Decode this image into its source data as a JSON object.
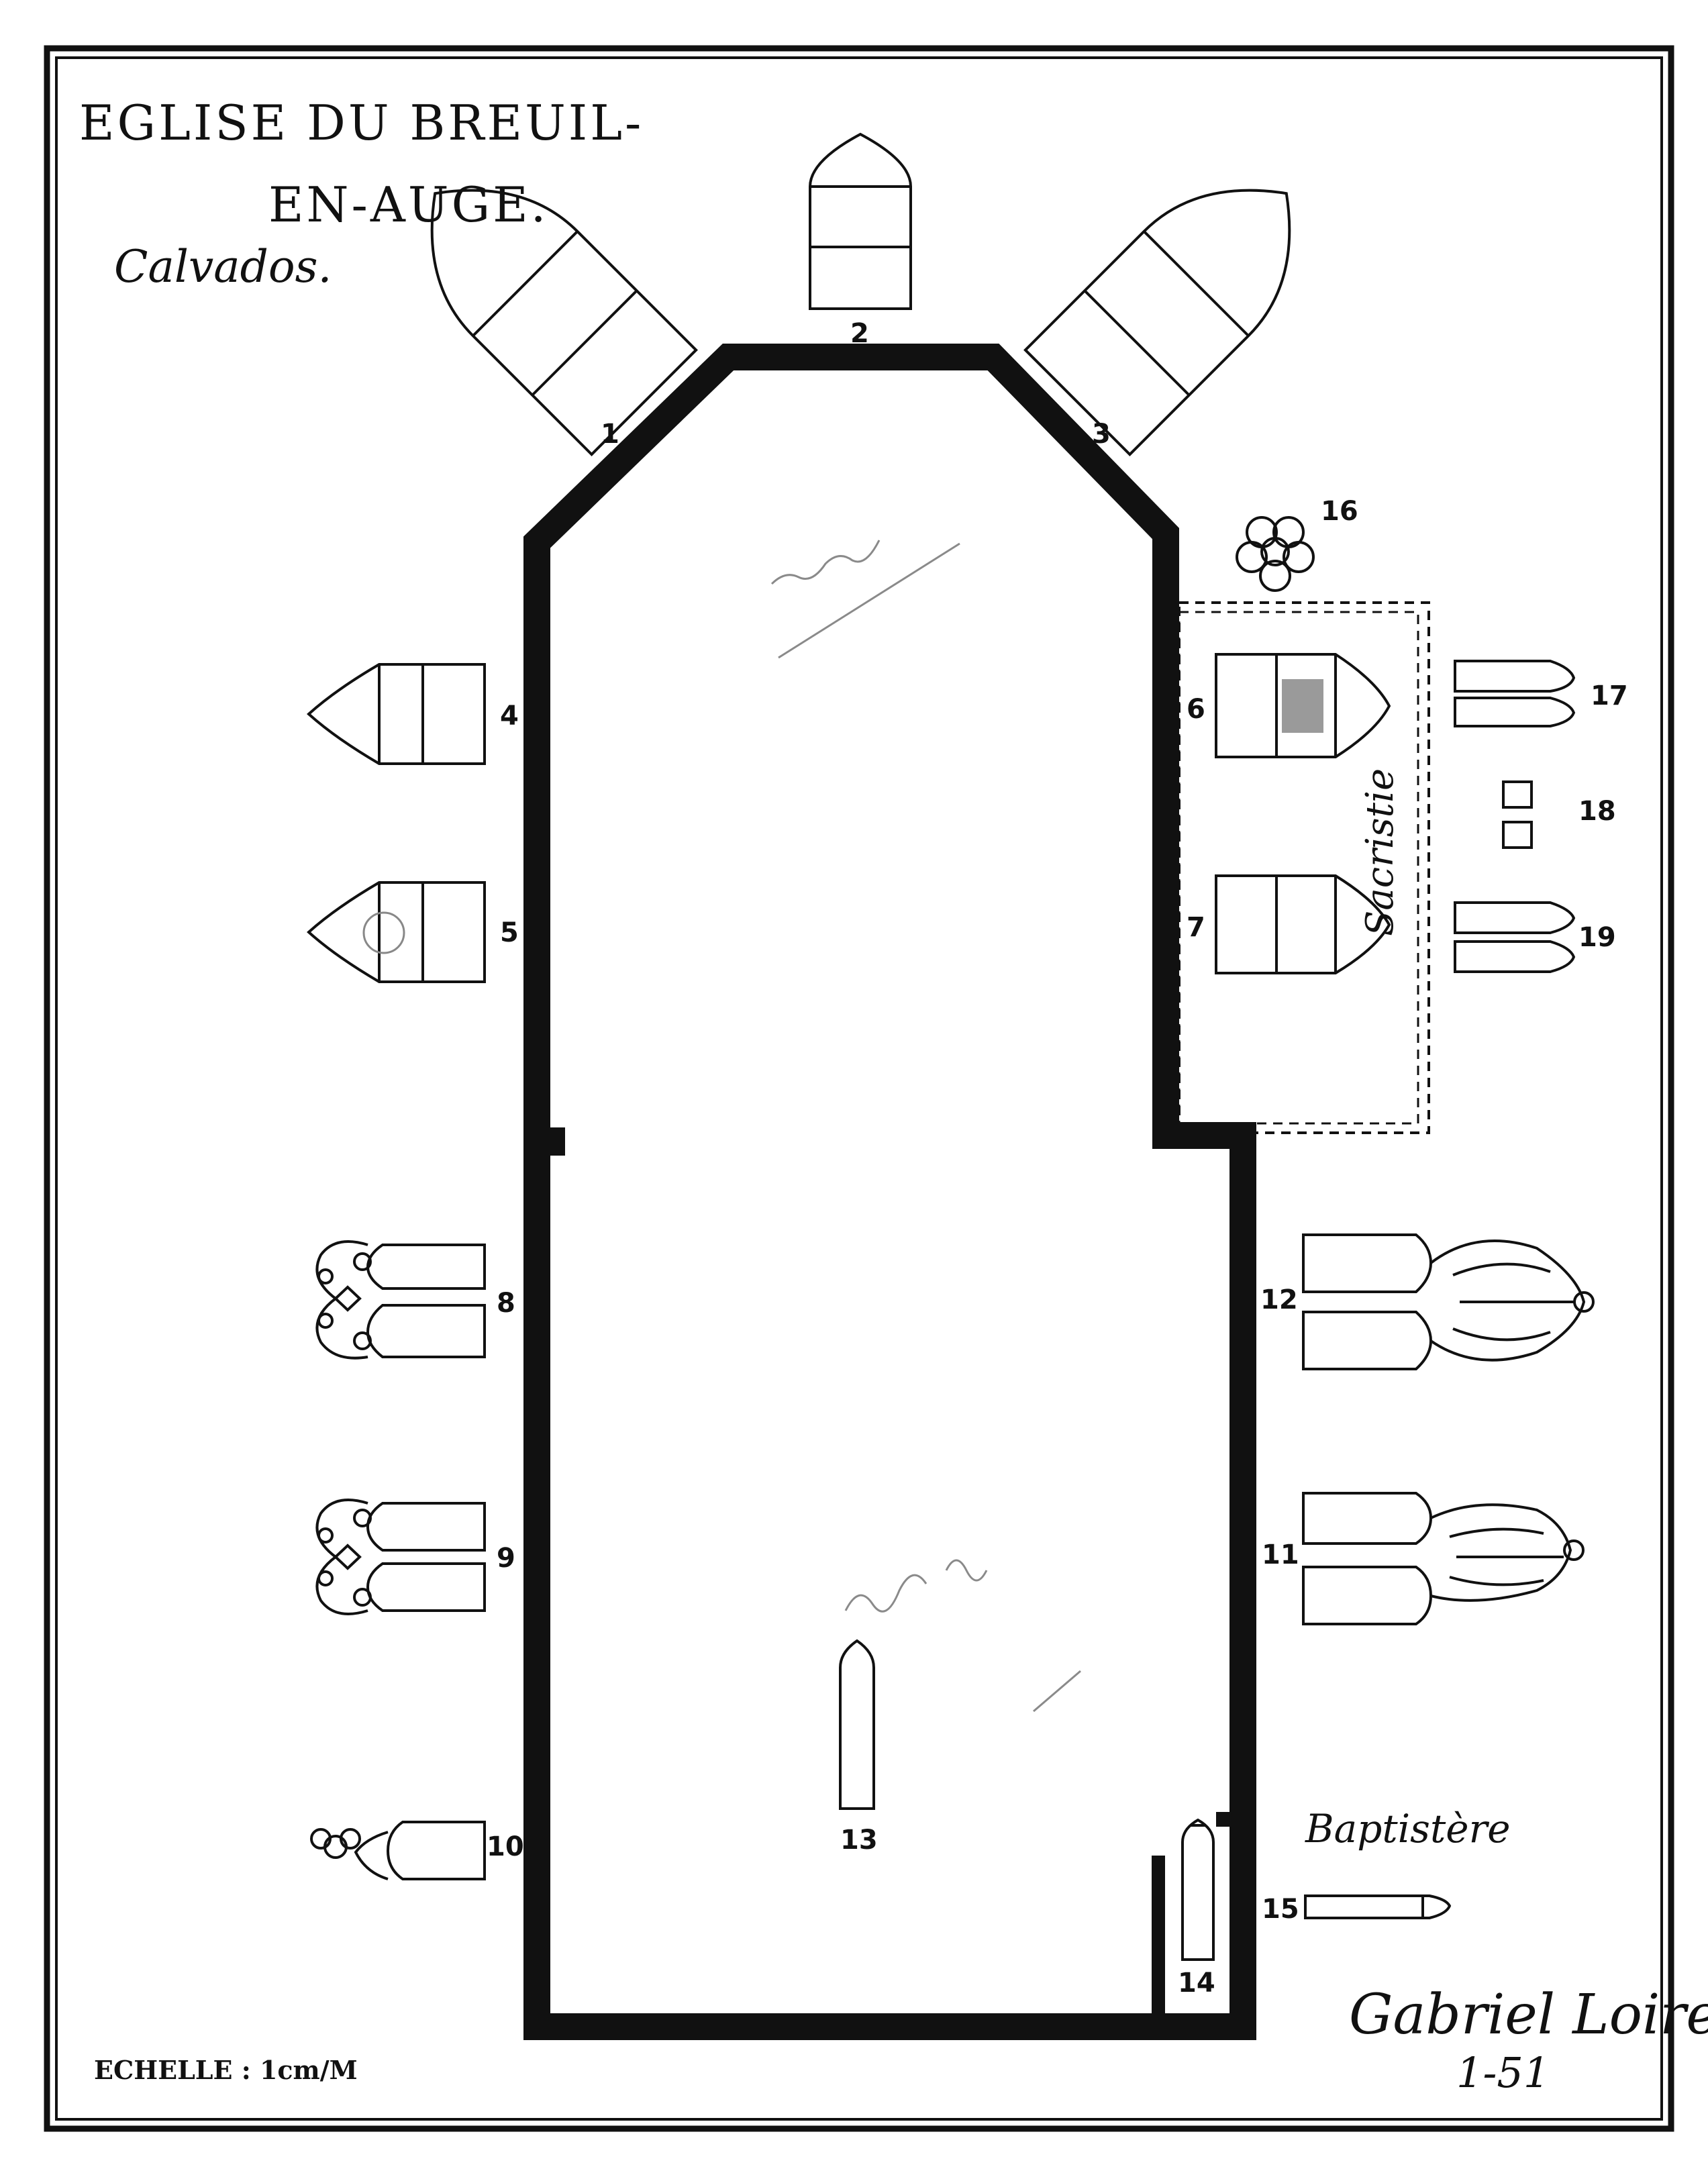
{
  "title": {
    "line1": "EGLISE DU BREUIL-",
    "line2": "EN-AUGE.",
    "line3": "Calvados."
  },
  "scale": "ECHELLE : 1cm/M",
  "signature": {
    "name": "Gabriel Loire",
    "date": "1-51"
  },
  "labels": {
    "sacristie": "Sacristie",
    "baptistere": "Baptistère"
  },
  "windows": [
    {
      "number": "1"
    },
    {
      "number": "2"
    },
    {
      "number": "3"
    },
    {
      "number": "4"
    },
    {
      "number": "5"
    },
    {
      "number": "6"
    },
    {
      "number": "7"
    },
    {
      "number": "8"
    },
    {
      "number": "9"
    },
    {
      "number": "10"
    },
    {
      "number": "11"
    },
    {
      "number": "12"
    },
    {
      "number": "13"
    },
    {
      "number": "14"
    },
    {
      "number": "15"
    },
    {
      "number": "16"
    },
    {
      "number": "17"
    },
    {
      "number": "18"
    },
    {
      "number": "19"
    }
  ],
  "colors": {
    "ink": "#111111",
    "paper": "#ffffff"
  }
}
